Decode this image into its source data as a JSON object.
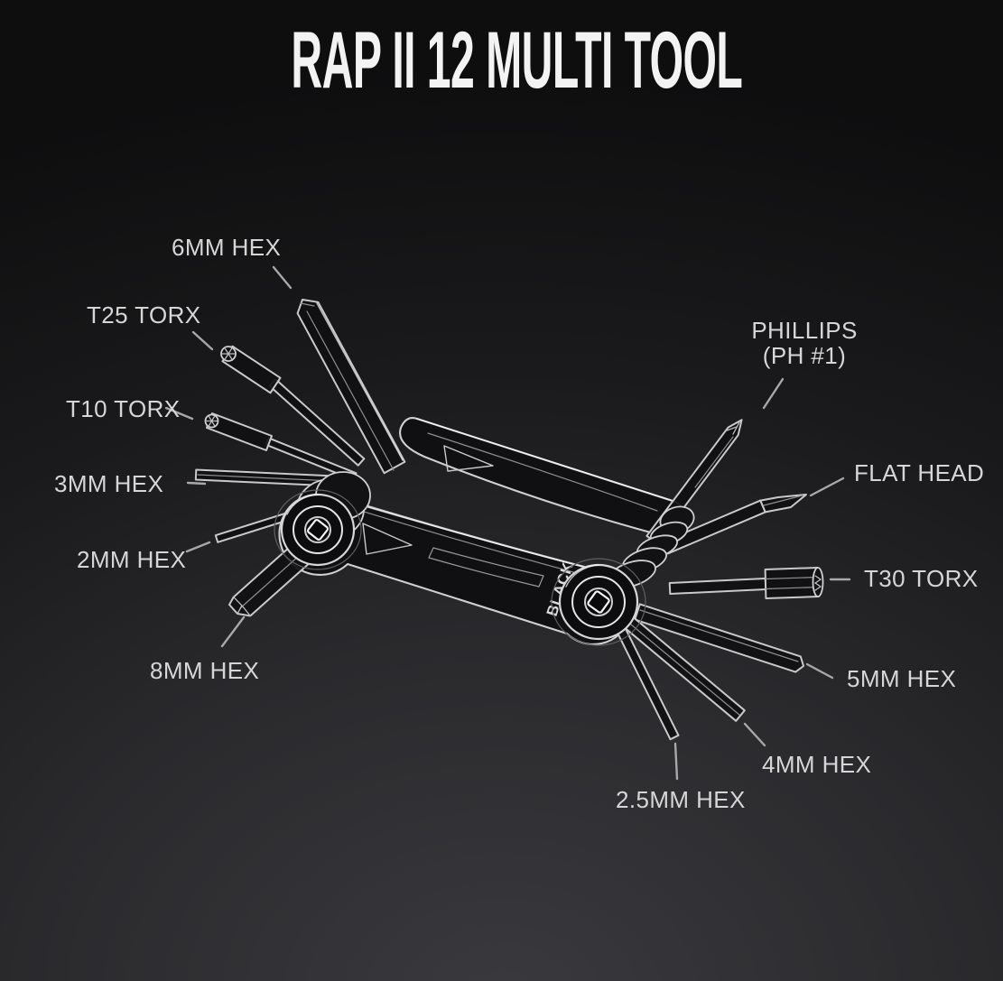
{
  "title": "RAP II 12 MULTI TOOL",
  "tool": {
    "branding": "BLACK"
  },
  "colors": {
    "background_top": "#0e0e0f",
    "background_bottom": "#3a3a3e",
    "title_text": "#f3f3f3",
    "label_text": "#d6d6d6",
    "line_art": "#cacaca",
    "leader_line": "#a8a8a8"
  },
  "callouts": {
    "left": [
      {
        "id": "hex-6mm",
        "label": "6MM HEX"
      },
      {
        "id": "torx-t25",
        "label": "T25 TORX"
      },
      {
        "id": "torx-t10",
        "label": "T10 TORX"
      },
      {
        "id": "hex-3mm",
        "label": "3MM HEX"
      },
      {
        "id": "hex-2mm",
        "label": "2MM HEX"
      },
      {
        "id": "hex-8mm",
        "label": "8MM HEX"
      }
    ],
    "right": [
      {
        "id": "phillips-ph1",
        "label": "PHILLIPS",
        "label_line2": "(PH #1)"
      },
      {
        "id": "flat-head",
        "label": "FLAT HEAD"
      },
      {
        "id": "torx-t30",
        "label": "T30 TORX"
      },
      {
        "id": "hex-5mm",
        "label": "5MM HEX"
      },
      {
        "id": "hex-4mm",
        "label": "4MM HEX"
      },
      {
        "id": "hex-2-5mm",
        "label": "2.5MM HEX"
      }
    ]
  }
}
